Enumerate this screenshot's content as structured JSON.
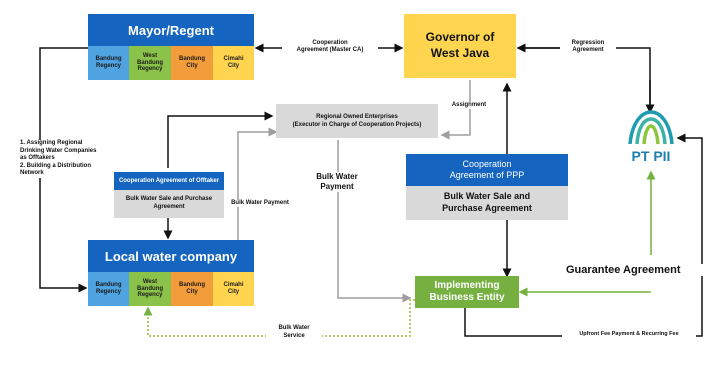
{
  "mayor": {
    "title": "Mayor/Regent",
    "cells": [
      "Bandung\nRegency",
      "West\nBandung\nRegency",
      "Bandung\nCity",
      "Cimahi\nCity"
    ]
  },
  "governor": {
    "title": "Governor of\nWest Java"
  },
  "regional_enterprise": {
    "line1": "Regional Owned Enterprises",
    "line2": "(Executor in Charge of Cooperation Projects)"
  },
  "offtaker_agreement": {
    "title": "Cooperation Agreement of Offtaker",
    "body": "Bulk Water Sale and Purchase\nAgreement"
  },
  "local_water": {
    "title": "Local water company",
    "cells": [
      "Bandung\nRegency",
      "West\nBandung\nRegency",
      "Bandung\nCity",
      "Cimahi\nCity"
    ]
  },
  "ppp": {
    "title": "Cooperation\nAgreement of PPP",
    "body": "Bulk Water Sale and\nPurchase Agreement"
  },
  "implementing": {
    "title": "Implementing\nBusiness Entity"
  },
  "ptpii": {
    "name": "PT PII"
  },
  "labels": {
    "cooperation_agreement": "Cooperation\nAgreement (Master CA)",
    "regression_agreement": "Regression\nAgreement",
    "assignment": "Assignment",
    "assigning": "1. Assigning Regional\nDrinking Water Companies\nas Offtakers\n2. Building a Distribution\nNetwork",
    "bulk_water_payment_big": "Bulk Water\nPayment",
    "bulk_water_payment_small": "Bulk Water Payment",
    "guarantee": "Guarantee Agreement",
    "bulk_water_service": "Bulk Water\nService",
    "upfront_fee": "Upfront Fee Payment & Recurring Fee"
  },
  "colors": {
    "blue": "#1565c0",
    "gold": "#ffd54f",
    "green": "#76b041",
    "gray": "#d9d9d9",
    "teal": "#1e9bb0"
  }
}
